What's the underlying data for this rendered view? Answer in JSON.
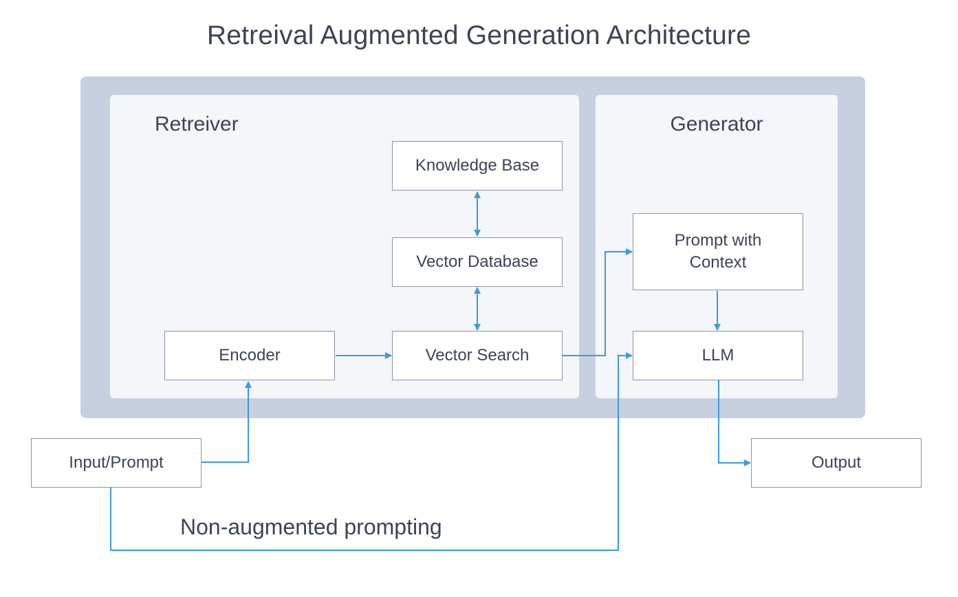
{
  "title": "Retreival Augmented Generation Architecture",
  "panels": {
    "retriever": "Retreiver",
    "generator": "Generator"
  },
  "nodes": {
    "knowledge_base": "Knowledge Base",
    "vector_database": "Vector Database",
    "vector_search": "Vector Search",
    "encoder": "Encoder",
    "prompt_with_context": "Prompt with\nContext",
    "llm": "LLM",
    "input_prompt": "Input/Prompt",
    "output": "Output"
  },
  "caption": "Non-augmented prompting",
  "colors": {
    "arrow": "#3b9ae1",
    "panel_outer": "#c7d0e1",
    "panel_inner": "#f4f6fa",
    "box_border": "#8a93a6",
    "text": "#3c4454"
  }
}
